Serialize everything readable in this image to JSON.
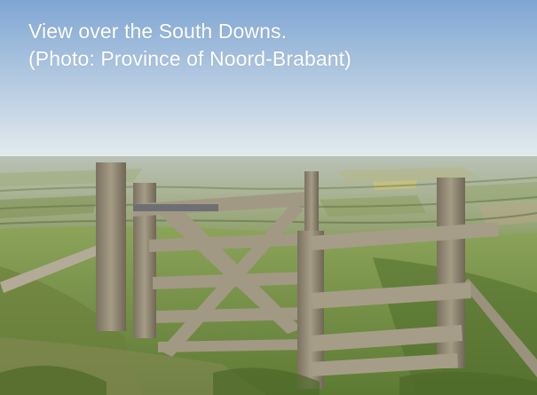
{
  "caption": {
    "line1": "View over the South Downs.",
    "line2": "(Photo: Province of Noord-Brabant)"
  },
  "colors": {
    "sky_top": "#7fa6d3",
    "sky_bottom": "#dfe8ec",
    "text": "#ffffff",
    "wood": "#8f8570",
    "grass": "#6f8a3f"
  },
  "scene": {
    "subject": "wooden field gate and fence posts on a hilltop",
    "background": "patchwork farmland stretching to the horizon"
  }
}
